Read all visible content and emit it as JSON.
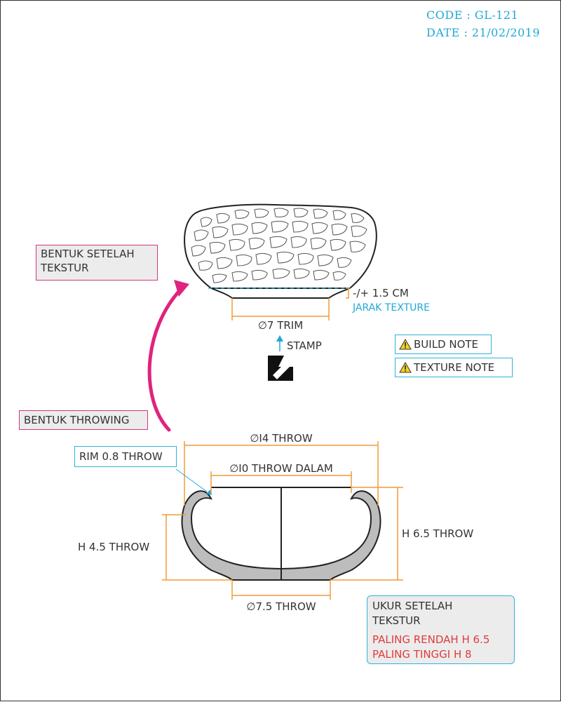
{
  "header": {
    "code": "CODE : GL-121",
    "date": "DATE : 21/02/2019"
  },
  "labels": {
    "after_texture": [
      "BENTUK SETELAH",
      "TEKSTUR"
    ],
    "throwing": "BENTUK THROWING",
    "rim": "RIM 0.8 THROW"
  },
  "notes": {
    "build": "BUILD NOTE",
    "texture": "TEXTURE NOTE",
    "warning_icon": "warning-triangle-icon"
  },
  "dimensions": {
    "texture_gap": "-/+ 1.5 CM",
    "texture_gap_caption": "JARAK TEXTURE",
    "trim": "∅7 TRIM",
    "stamp": "STAMP",
    "throw_outer": "∅I4 THROW",
    "throw_inner": "∅I0 THROW DALAM",
    "height_low": "H 4.5 THROW",
    "height_high": "H 6.5 THROW",
    "foot": "∅7.5 THROW"
  },
  "final_size": {
    "title_lines": [
      "UKUR SETELAH",
      "TEKSTUR"
    ],
    "min": "PALING RENDAH H 6.5",
    "max": "PALING TINGGI H 8"
  },
  "colors": {
    "dimension": "#f29a38",
    "accent_blue": "#20a8d8",
    "arrow_pink": "#e0237f",
    "body_fill": "#bdbdbd",
    "red_note": "#e23b3b"
  }
}
